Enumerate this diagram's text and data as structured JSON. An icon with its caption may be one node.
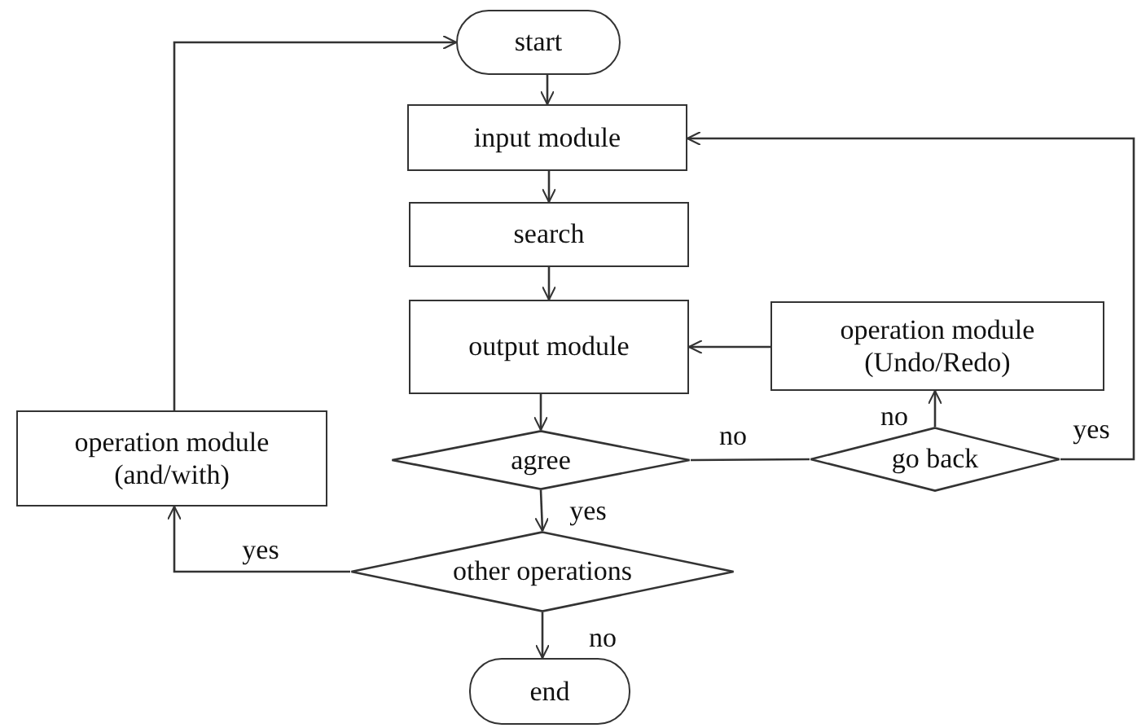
{
  "diagram": {
    "nodes": [
      {
        "text": [
          "start"
        ]
      },
      {
        "text": [
          "input module"
        ]
      },
      {
        "text": [
          "search"
        ]
      },
      {
        "text": [
          "output module"
        ]
      },
      {
        "text": [
          "operation module (Undo/Redo)"
        ]
      },
      {
        "text": [
          "operation module (and/with)"
        ]
      },
      {
        "text": [
          "agree"
        ]
      },
      {
        "text": [
          "go back"
        ]
      },
      {
        "text": [
          "other operations"
        ]
      },
      {
        "text": [
          "end"
        ]
      }
    ],
    "edges": [
      {
        "from": 0,
        "to": 1,
        "arrow": "to"
      },
      {
        "from": 1,
        "to": 2,
        "arrow": "to"
      },
      {
        "from": 2,
        "to": 3,
        "arrow": "to"
      },
      {
        "from": 3,
        "to": 6,
        "arrow": "to"
      },
      {
        "from": 6,
        "to": 7,
        "arrow": "none",
        "label": "no"
      },
      {
        "from": 7,
        "to": 4,
        "arrow": "to",
        "label": "no"
      },
      {
        "from": 7,
        "to": 1,
        "arrow": "to",
        "label": "yes"
      },
      {
        "from": 4,
        "to": 3,
        "arrow": "to"
      },
      {
        "from": 6,
        "to": 8,
        "arrow": "to",
        "label": "yes"
      },
      {
        "from": 8,
        "to": 5,
        "arrow": "to",
        "label": "yes"
      },
      {
        "from": 5,
        "to": 0,
        "arrow": "to"
      },
      {
        "from": 8,
        "to": 9,
        "arrow": "to",
        "label": "no"
      }
    ]
  }
}
